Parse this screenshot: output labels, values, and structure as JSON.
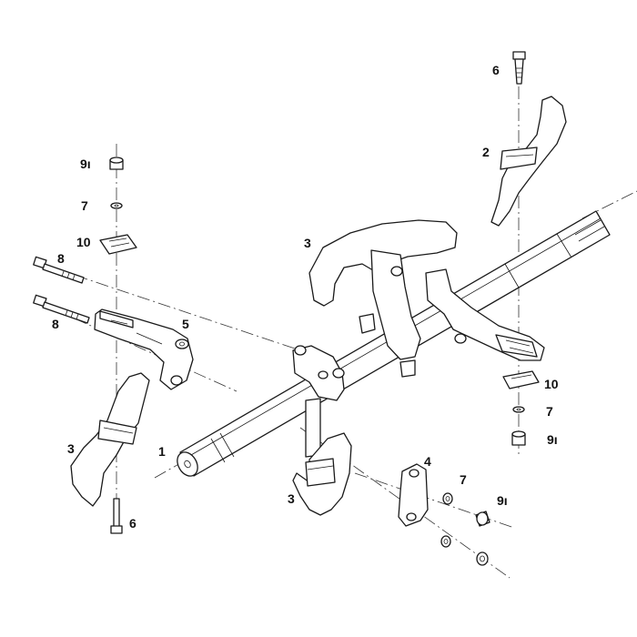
{
  "callouts": {
    "c1": "1",
    "c2": "2",
    "c3a": "3",
    "c3b": "3",
    "c3c": "3",
    "c4": "4",
    "c5": "5",
    "c6a": "6",
    "c6b": "6",
    "c7a": "7",
    "c7b": "7",
    "c7c": "7",
    "c8a": "8",
    "c8b": "8",
    "c9a": "9ı",
    "c9b": "9ı",
    "c9c": "9ı",
    "c10a": "10",
    "c10b": "10"
  }
}
